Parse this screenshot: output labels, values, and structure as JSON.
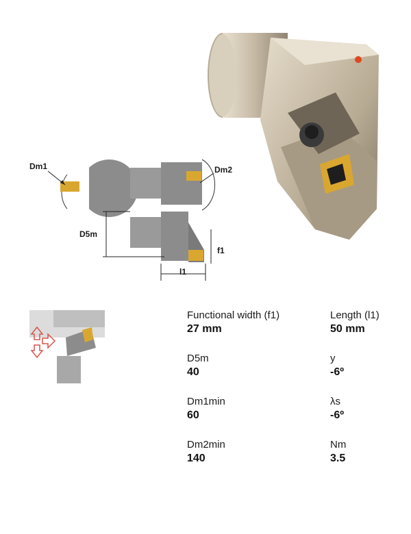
{
  "diagram": {
    "dm1_label": "Dm1",
    "dm2_label": "Dm2",
    "d5m_label": "D5m",
    "f1_label": "f1",
    "l1_label": "l1"
  },
  "specs": {
    "functional_width": {
      "label": "Functional width (f1)",
      "value": "27 mm"
    },
    "length": {
      "label": "Length (l1)",
      "value": "50 mm"
    },
    "d5m": {
      "label": "D5m",
      "value": "40"
    },
    "gamma": {
      "label": "y",
      "value": "-6º"
    },
    "dm1min": {
      "label": "Dm1min",
      "value": "60"
    },
    "lambda": {
      "label": "λs",
      "value": "-6º"
    },
    "dm2min": {
      "label": "Dm2min",
      "value": "140"
    },
    "torque": {
      "label": "Nm",
      "value": "3.5"
    }
  },
  "colors": {
    "body": "#c9bda9",
    "insert": "#d9a730",
    "drawing_gray": "#8c8c8c",
    "arrow_red": "#d9534f"
  }
}
